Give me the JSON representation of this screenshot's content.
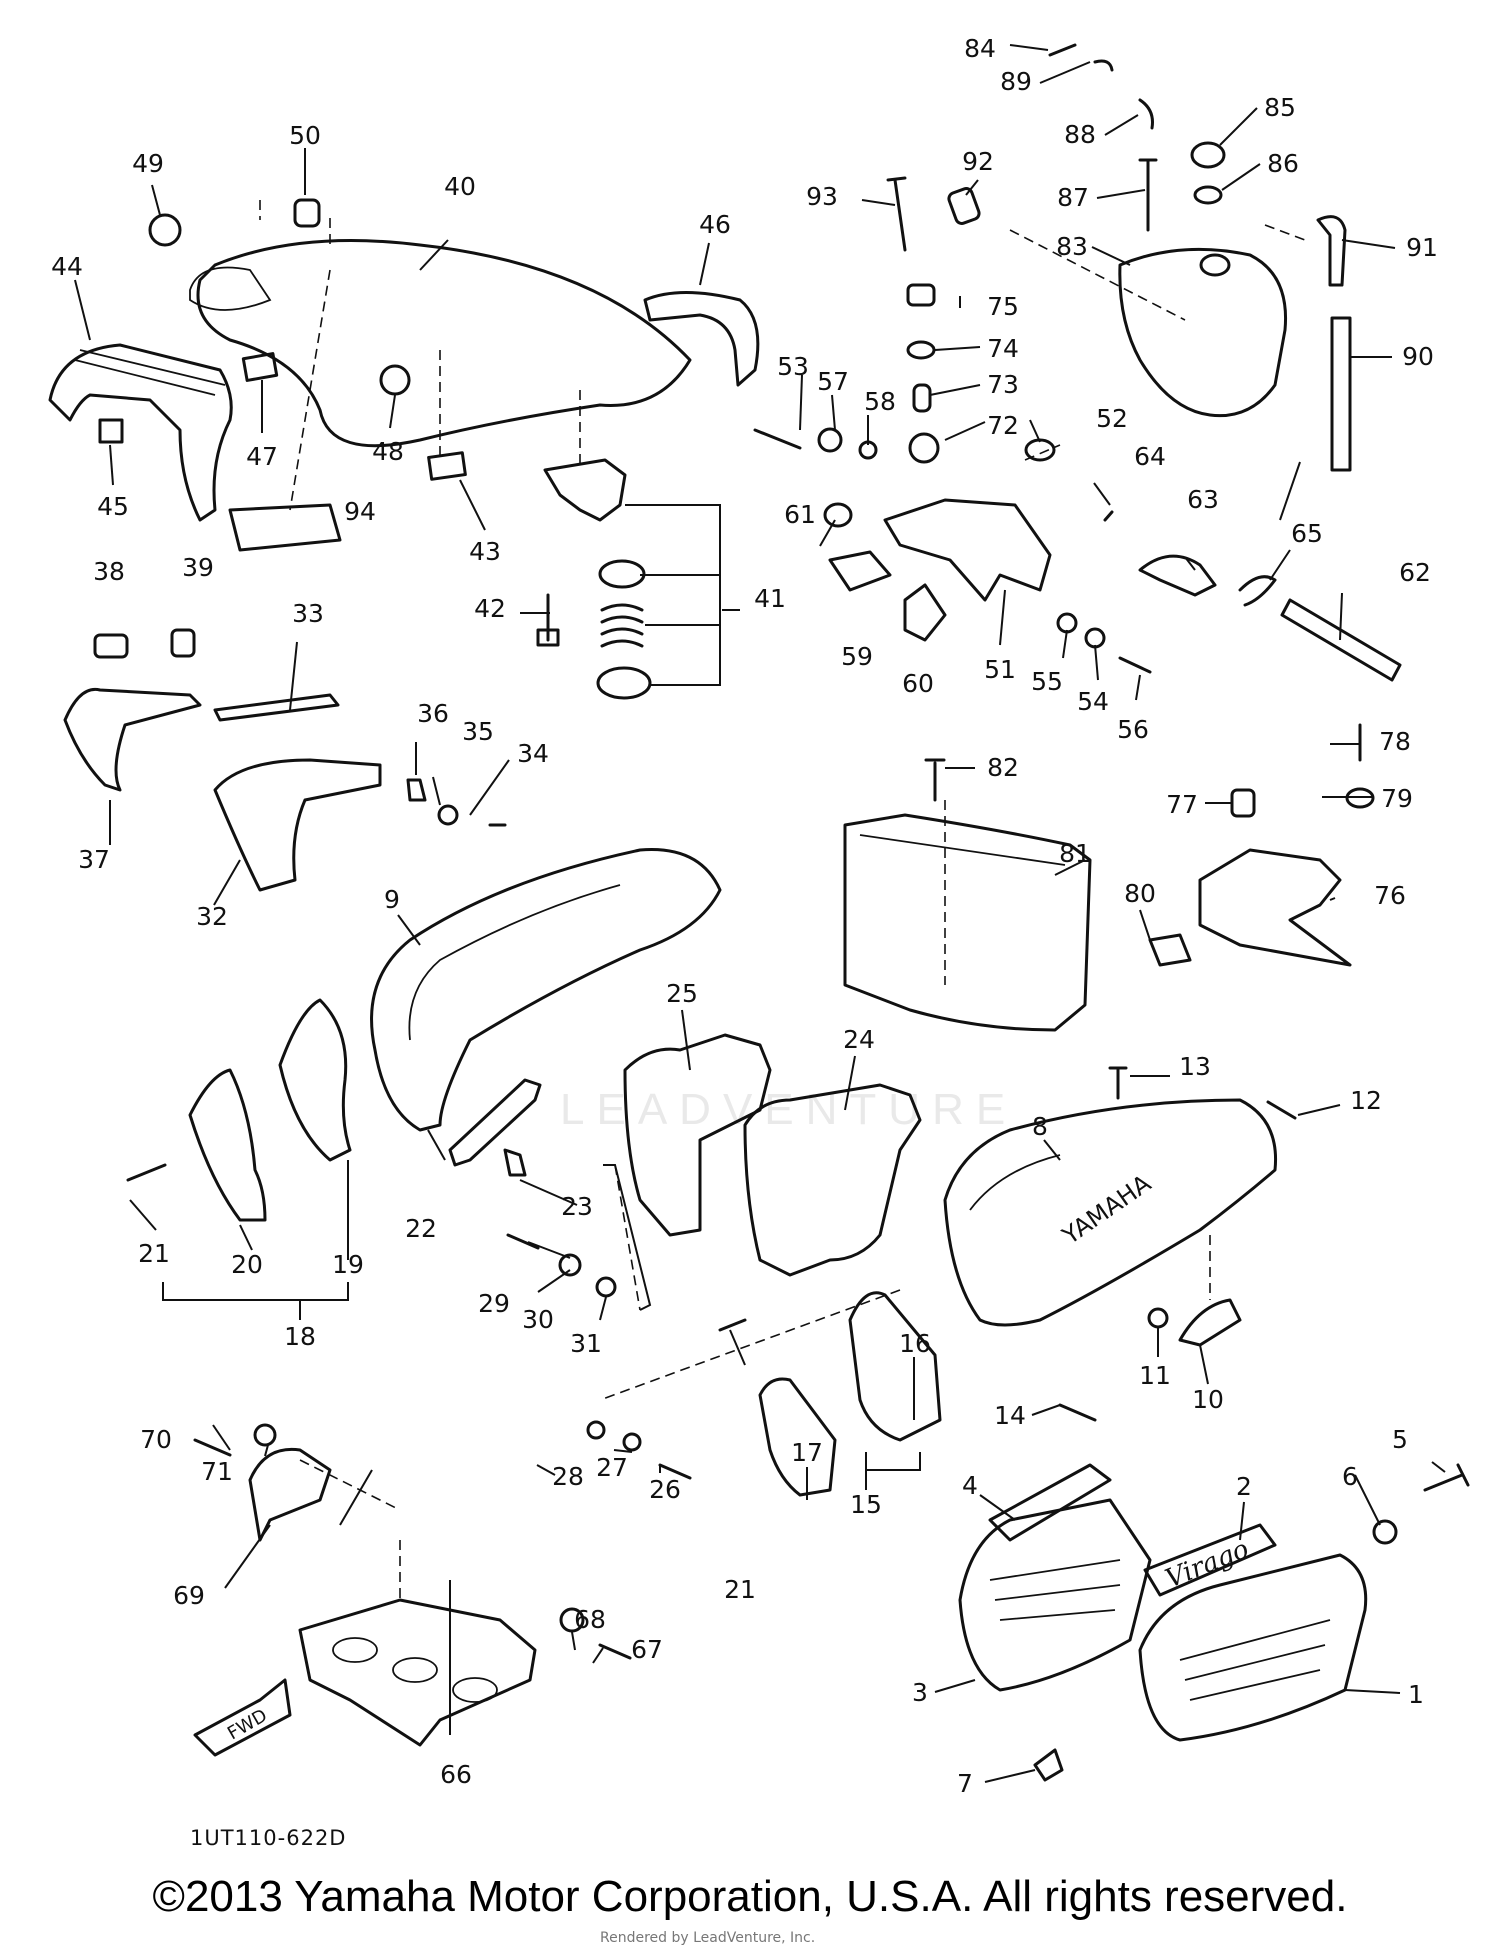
{
  "diagram": {
    "code": "1UT110-622D",
    "copyright": "©2013 Yamaha Motor Corporation, U.S.A. All rights reserved.",
    "rendered_by": "Rendered by LeadVenture, Inc.",
    "watermark": "LEADVENTURE",
    "brand_text": "YAMAHA",
    "emblem_text": "Virago",
    "arrow_text": "FWD",
    "labels": [
      "1",
      "2",
      "3",
      "4",
      "5",
      "6",
      "7",
      "8",
      "9",
      "10",
      "11",
      "12",
      "13",
      "14",
      "15",
      "16",
      "17",
      "18",
      "19",
      "20",
      "21",
      "21",
      "22",
      "23",
      "24",
      "25",
      "26",
      "27",
      "28",
      "29",
      "30",
      "31",
      "32",
      "33",
      "34",
      "35",
      "36",
      "37",
      "38",
      "39",
      "40",
      "41",
      "42",
      "43",
      "44",
      "45",
      "46",
      "47",
      "48",
      "49",
      "50",
      "51",
      "52",
      "53",
      "54",
      "55",
      "56",
      "57",
      "58",
      "59",
      "60",
      "61",
      "62",
      "63",
      "64",
      "65",
      "66",
      "67",
      "68",
      "69",
      "70",
      "71",
      "72",
      "73",
      "74",
      "75",
      "76",
      "77",
      "78",
      "79",
      "80",
      "81",
      "82",
      "83",
      "84",
      "85",
      "86",
      "87",
      "88",
      "89",
      "90",
      "91",
      "92",
      "93",
      "94"
    ]
  }
}
